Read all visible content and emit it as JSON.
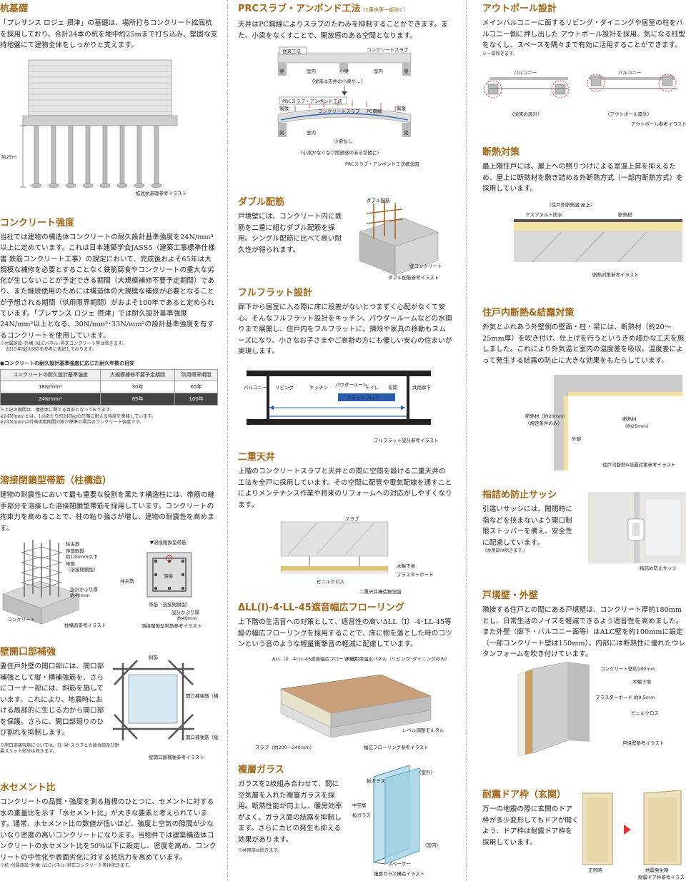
{
  "pile": {
    "title": "杭基礎",
    "body": "「プレサンス ロジェ 摂津」の基礎は、場所打ちコンクリート拡底杭を採用しており、合計24本の杭を地中約25mまで打ち込み、堅固な支持地盤にて建物全体をしっかりと支えます。",
    "depth_label": "約25m",
    "caption": "拡底杭基礎参考イラスト"
  },
  "concrete": {
    "title": "コンクリート強度",
    "body": "当社では建物の構造体コンクリートの耐久設計基準強度を24N/mm²以上に定めています。これは日本建築学会JASS5（建築工事標準仕様書 鉄筋コンクリート工事）の規定において、完成後およそ65年は大規模な補修を必要とすることなく鉄筋腐食やコンクリートの重大な劣化が生じないことが予定できる期間（大規模補修不要予定期間）であり、また継続使用のためには構造体の大規模な補修が必要となることが予想される期間（供用限界期間）がおよそ100年であると定められています。「プレサンス ロジェ 摂津」では耐久設計基準強度24N/mm²以上となる、30N/mm²･33N/mm²の設計基準強度を有するコンクリートを使用しています。",
    "note1": "※付属施設･外構･ALCパネル･昇式コンクリート等は除きます。",
    "note2": "2015年版JASS5を参考に表記しております。",
    "table_title": "●コンクリートの耐久設計基準強度に応じた耐久年数の目安",
    "headers": [
      "コンクリートの耐久設計基準強度",
      "大規模補修不要予定期間",
      "供用限界期間"
    ],
    "rows": [
      [
        "18N/mm²",
        "30年",
        "65年"
      ],
      [
        "24N/mm²",
        "65年",
        "100年"
      ]
    ],
    "note3": "※上記の期間は、構造体に関する目安となっております。",
    "note4": "※24N/mm²とは、1㎠あたり約240kgの圧縮に耐える強度を意味しています。",
    "note5": "※24N/mm²は計画供用期間の級が標準の場合のコンクリート強度です。"
  },
  "weld": {
    "title": "溶接閉鎖型帯筋（柱構造）",
    "body": "建物の耐震性において最も重要な役割を果たす構造柱には、帯筋の継手部分を溶接した溶接閉鎖型帯筋を採用しています。コンクリートの拘束力を高めることで、柱の粘り強さが増し、建物の耐震性を高めます。",
    "labels": [
      "柱主筋",
      "帯筋間隔",
      "約100mm以下",
      "帯筋",
      "（溶接閉鎖型）",
      "設計かぶり厚",
      "約40mm",
      "コンクリート"
    ],
    "labels2": [
      "▼溶接閉鎖型帯筋",
      "溶接",
      "柱主筋",
      "帯筋（溶接閉鎖型）",
      "設計かぶり厚",
      "約40mm"
    ],
    "caption1": "柱構造参考イラスト",
    "caption2": "溶接閉鎖型帯筋参考イラスト"
  },
  "opening": {
    "title": "壁開口部補強",
    "body": "妻住戸外壁の開口部には、開口部補強として縦・横補強筋を、さらにコーナー部には、斜筋を施しています。これにより、地震時における局部的に生じる力から開口部を保護。さらに、開口部廻りのひび割れを抑制します。",
    "labels": [
      "斜筋",
      "開口補強筋（横）",
      "開口補強筋（縦）"
    ],
    "note": "※開口部補強筋については、柱･梁･スラブとの接合部及び耐震スリット部分は除きます。",
    "caption": "壁開口部補強参考イラスト"
  },
  "water": {
    "title": "水セメント比",
    "body": "コンクリートの品質・強度を測る指標のひとつに、セメントに対する水の重量比を示す「水セメント比」が大きな要素と考えられています。通常、水セメント比の数値が低いほど、強度と空気の隙間が少ないなり密度の高いコンクリートになります。当物件では建築構造体コンクリートの水セメント比を50%以下に設定し、密度を高め、コンクリートの中性化や表面劣化に対する抵抗力を高めています。",
    "note": "※杭･付属施設･外構･ALCパネル･昇式コンクリート等は除きます。"
  },
  "prc": {
    "title": "PRCスラブ・アンボンド工法",
    "title_note": "（1乗床等一部除く）",
    "body": "天井はPC鋼線によりスラブのたわみを抑制することができます。また、小梁をなくすことで、開放感のある空間となります。",
    "top_tag": "従来工法",
    "top_labels": [
      "コンクリートスラブ",
      "梁",
      "室内",
      "小梁",
      "室内",
      "梁"
    ],
    "top_note": "〈従来は天井の小梁が…〉",
    "bottom_tag": "PRCスラブ・アンボンド工法",
    "bottom_labels": [
      "緊張",
      "コンクリートスラブ",
      "PC鋼線",
      "緊張",
      "梁",
      "室内",
      "小梁なし",
      "梁"
    ],
    "bottom_note": "〈小梁がなくなり開放感のある空間に〉",
    "caption": "PRCスラブ・アンボンド工法概念図"
  },
  "double": {
    "title": "ダブル配筋",
    "body": "戸境壁には、コンクリート内に鉄筋を二重に組むダブル配筋を採用。シングル配筋に比べて高い耐久性が得られます。",
    "labels": [
      "ダブル配筋",
      "壁コンクリート"
    ],
    "caption": "ダブル配筋参考イラスト"
  },
  "flat": {
    "title": "フルフラット設計",
    "body": "廊下から居室に入る際に床に段差がないとつまずく心配がなくて安心。そんなフルフラット設計をキッチン、パウダールームなどの水廻りまで展開し、住戸内をフルフラットに。掃除や家具の移動もスムーズになり、小さなお子さまやご高齢の方にも優しい安心の住まいが実現します。",
    "rooms": [
      "バルコニー",
      "リビング",
      "キッチン",
      "パウダールーム",
      "トイレ",
      "玄関",
      "共用廊下"
    ],
    "badge": "フラットフロア",
    "caption": "フルフラット設計参考イラスト"
  },
  "ceiling": {
    "title": "二重天井",
    "body": "上階のコンクリートスラブと天井との間に空間を設ける二重天井の工法を全戸に採用しています。その空間に配管や電気配線を通すことによりメンテナンス作業や将来のリフォームへの対応がしやすくなります。",
    "labels": [
      "スラブ",
      "木軸下地",
      "プラスターボード",
      "ビニルクロス"
    ],
    "caption": "二重天井構造概念図"
  },
  "floor": {
    "title": "ΔLL(I)-4·LL-45遮音幅広フローリング",
    "body": "上下階の生活音への対策として、遮音性の高いΔLL（Ⅰ）-4･LL-45等級の幅広フローリングを採用することで、床に物を落とした時のコツンという音のような軽量衝撃音の軽減に配慮しています。",
    "labels": [
      "ΔLL（Ⅰ）-4･LL-45遮音幅広フローリング",
      "床暖房用温水パネル（リビング･ダイニングのみ）",
      "レベル調整モルタル",
      "スラブ（約200～240mm）"
    ],
    "caption": "幅広フローリング参考イラスト"
  },
  "glass": {
    "title": "複層ガラス",
    "body": "ガラスを2枚組み合わせて、間に空気層を入れた複層ガラスを採用。断熱性能が向上し、暖房効率がよく、ガラス面の結露を抑制します。さらにカビの発生も抑える効果があります。",
    "note": "※共用部は除きます。",
    "labels": [
      "（室外）",
      "板ガラス",
      "中空層",
      "板ガラス",
      "（室内）",
      "スペーサー"
    ],
    "caption": "複層ガラス構造イラスト"
  },
  "outpole": {
    "title": "アウトポール設計",
    "body": "メインバルコニーに面するリビング・ダイニングや居室の柱をバルコニー側に押し出した アウトポール設計を採用。気になる柱型をなくし、スペースを隅々まで有効に活用することができます。",
    "note": "※一部除きます。",
    "label": "バルコニー",
    "left_cap": "〈従来の設計〉",
    "right_cap": "〈アウトポール設計〉",
    "caption": "アウトポール参考イラスト"
  },
  "insul": {
    "title": "断熱対策",
    "body": "最上階住戸には、屋上への照りつけによる室温上昇を抑えるため、屋上に断熱材を敷き詰める外断熱方式（一部内断熱方式）を採用しています。",
    "diagram_title": "〈住戸外断熱図:屋上〉",
    "labels": [
      "アスファルト防水",
      "断熱材"
    ],
    "caption": "断熱対策参考イラスト"
  },
  "dew": {
    "title": "住戸内断熱&結露対策",
    "body": "外気とふれあう外壁側の壁面・柱・梁には、断熱材（約20～25mm厚）を吹き付け、仕上げを行うというきめ細かな工夫を施しました。これにより外気温と室内の温度差を吸収。温度差によって発生する結露の防止に大きな効果をもたらしています。",
    "labels": [
      "断熱材（約20mm）",
      "（規定条件のみ）",
      "外部",
      "断熱材",
      "（約25mm）"
    ],
    "caption": "住戸内断熱&結露対策参考イラスト"
  },
  "sash": {
    "title": "指詰め防止サッシ",
    "body": "引違いサッシには、開閉時に指などを挟まないよう開口制限ストッパーを備え、安全性に配慮しています。",
    "note": "（共用部は除きます。）",
    "caption": "指詰め防止サッシ"
  },
  "wall": {
    "title": "戸境壁・外壁",
    "body": "隣接する住戸との間にある戸境壁は、コンクリート厚約180mmとし、日常生活のノイズを軽減できるよう遮音性を高めました。また外壁（廊下・バルコニー面等）はALC壁を約100mmに設定（一部コンクリート壁は150mm）。内部には断熱性に優れたウレタンフォームを吹き付けています。",
    "labels": [
      "コンクリート壁約180mm",
      "木軸下地",
      "プラスターボード 約9.5mm",
      "ビニルクロス"
    ],
    "caption": "戸境壁参考イラスト"
  },
  "door": {
    "title": "耐震ドア枠（玄関）",
    "body": "万一の地震の際に玄関のドア枠が多少変形してもドアが開くよう、ドア枠は耐震ドア枠を採用しています。",
    "left_cap": "正常時",
    "right_cap": "地震発生時",
    "caption": "耐震ドア枠参考イラスト"
  }
}
